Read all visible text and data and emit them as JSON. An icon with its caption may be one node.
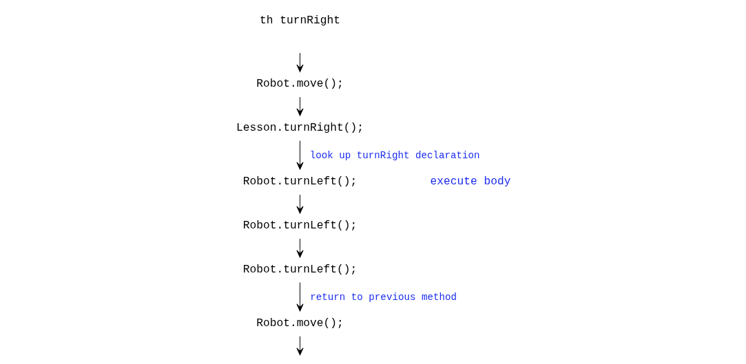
{
  "diagram": {
    "nodes": [
      {
        "text": [
          "Robot.move();"
        ]
      },
      {
        "text": [
          "Lesson.turnRight();"
        ]
      },
      {
        "text": [
          "Robot.move();"
        ]
      },
      {
        "text": [
          "Robot.turnLeft();"
        ]
      },
      {
        "text": [
          "Robot.turnLeft();"
        ]
      },
      {
        "text": [
          "Robot.turnLeft();"
        ]
      }
    ],
    "edges": [
      {
        "from": null,
        "to": 0,
        "arrow": "to"
      },
      {
        "from": 0,
        "to": 1,
        "arrow": "to"
      },
      {
        "from": 1,
        "to": 3,
        "arrow": "to",
        "label": "look up turnRight declaration"
      },
      {
        "from": 3,
        "to": 4,
        "arrow": "to"
      },
      {
        "from": 4,
        "to": 5,
        "arrow": "to"
      },
      {
        "from": 5,
        "to": 2,
        "arrow": "to",
        "label": "return to previous method"
      },
      {
        "from": 2,
        "to": null,
        "arrow": "to"
      }
    ],
    "labels": [
      "th turnRight",
      "execute body"
    ]
  }
}
